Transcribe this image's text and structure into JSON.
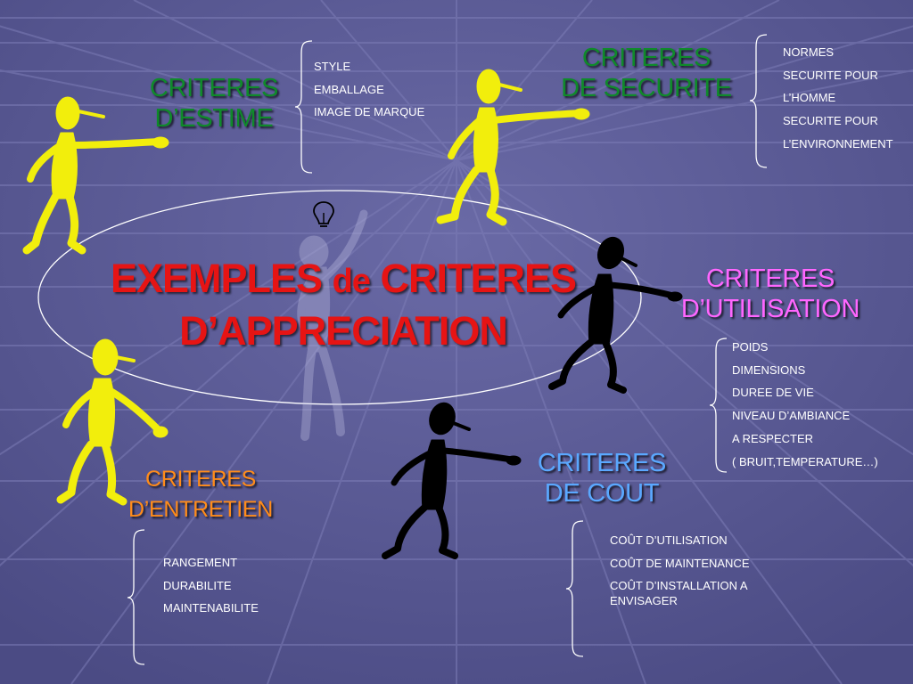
{
  "colors": {
    "background": "#5a5a94",
    "title": "#e61414",
    "estime": "#0f8a2a",
    "securite": "#0f8a2a",
    "utilisation": "#ff66ff",
    "cout": "#5aa8ff",
    "entretien": "#ff8c1a",
    "list_text": "#ffffff",
    "figure_yellow": "#f2ee0c",
    "figure_black": "#000000"
  },
  "title": {
    "line1_part1": "EXEMPLES",
    "line1_part2": "de",
    "line1_part3": "CRITERES",
    "line2": "D’APPRECIATION"
  },
  "estime": {
    "heading": [
      "CRITERES",
      "D’ESTIME"
    ],
    "items": [
      "STYLE",
      "EMBALLAGE",
      "IMAGE DE MARQUE"
    ]
  },
  "securite": {
    "heading": [
      "CRITERES",
      "DE SECURITE"
    ],
    "items": [
      "NORMES",
      "SECURITE POUR",
      "L’HOMME",
      "SECURITE POUR",
      "L’ENVIRONNEMENT"
    ]
  },
  "utilisation": {
    "heading": [
      "CRITERES",
      "D’UTILISATION"
    ],
    "items": [
      "POIDS",
      "DIMENSIONS",
      "DUREE DE VIE",
      "NIVEAU D’AMBIANCE",
      "A RESPECTER",
      "( BRUIT,TEMPERATURE…)"
    ]
  },
  "cout": {
    "heading": [
      "CRITERES",
      "DE COUT"
    ],
    "items": [
      "COÛT D’UTILISATION",
      "COÛT DE MAINTENANCE",
      "COÛT D’INSTALLATION A",
      "ENVISAGER"
    ]
  },
  "entretien": {
    "heading": [
      "CRITERES",
      "D’ENTRETIEN"
    ],
    "items": [
      "RANGEMENT",
      "DURABILITE",
      "MAINTENABILITE"
    ]
  },
  "icons": [
    "grid-background",
    "pointing-stick-figure-icon",
    "lightbulb-icon",
    "thinking-figure-icon",
    "ellipse-outline",
    "curly-brace-icon"
  ]
}
